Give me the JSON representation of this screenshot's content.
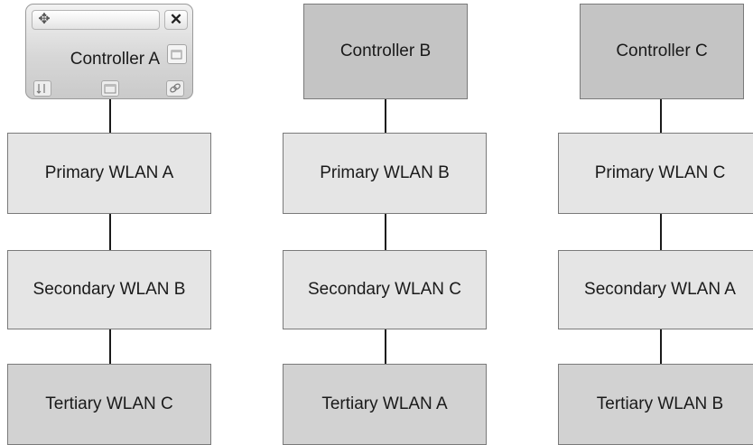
{
  "columns": [
    {
      "controller": "Controller A",
      "primary": "Primary WLAN A",
      "secondary": "Secondary WLAN B",
      "tertiary": "Tertiary WLAN C"
    },
    {
      "controller": "Controller B",
      "primary": "Primary WLAN B",
      "secondary": "Secondary WLAN C",
      "tertiary": "Tertiary WLAN A"
    },
    {
      "controller": "Controller C",
      "primary": "Primary WLAN C",
      "secondary": "Secondary WLAN A",
      "tertiary": "Tertiary WLAN B"
    }
  ],
  "widget": {
    "move_icon": "move-icon",
    "close_icon": "close-icon",
    "side_icon": "panel-icon",
    "bottom_icons": [
      "sort-icon",
      "panel-icon",
      "link-icon"
    ]
  },
  "colors": {
    "controller_fill": "#c4c4c4",
    "wlan_fill": "#e5e5e5",
    "tertiary_fill": "#d2d2d2",
    "border": "#7a7a7a",
    "connector": "#1a1a1a"
  }
}
